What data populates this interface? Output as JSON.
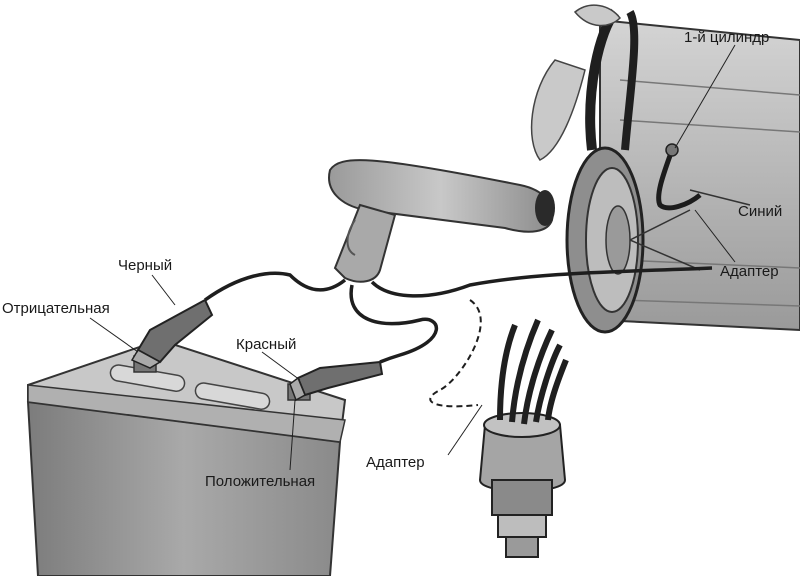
{
  "labels": {
    "black": "Черный",
    "negative": "Отрицательная",
    "red": "Красный",
    "positive": "Положительная",
    "adapter_distributor": "Адаптер",
    "adapter_engine": "Адаптер",
    "blue": "Синий",
    "cylinder": "1-й цилиндр"
  }
}
